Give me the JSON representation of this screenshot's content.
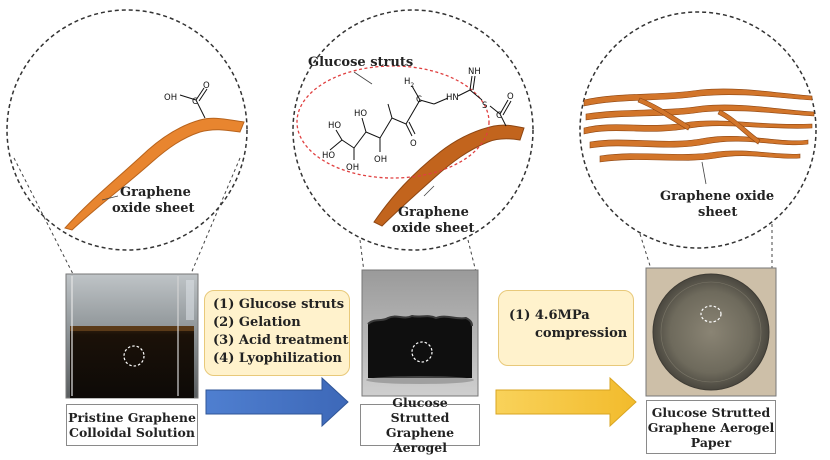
{
  "panels": [
    {
      "id": "pristine",
      "zoom_label": [
        "Graphene",
        "oxide sheet"
      ],
      "functional_group": {
        "oh": "OH",
        "c": "C",
        "o": "O"
      },
      "caption": [
        "Pristine Graphene",
        "Colloidal Solution"
      ]
    },
    {
      "id": "aerogel",
      "struts_label": "Glucose struts",
      "zoom_label": [
        "Graphene",
        "oxide sheet"
      ],
      "chem_labels": {
        "ho1": "HO",
        "ho2": "HO",
        "ho3": "HO",
        "oh1": "OH",
        "oh2": "OH",
        "o": "O",
        "h2": "H",
        "h2sub": "2",
        "c": "C",
        "hn": "HN",
        "nh": "NH",
        "s": "S",
        "c2": "C",
        "o2": "O"
      },
      "caption": [
        "Glucose Strutted",
        "Graphene Aerogel"
      ]
    },
    {
      "id": "paper",
      "zoom_label": [
        "Graphene oxide",
        "sheet"
      ],
      "caption": [
        "Glucose Strutted",
        "Graphene Aerogel",
        "Paper"
      ]
    }
  ],
  "steps_1": [
    "(1)  Glucose struts",
    "(2)  Gelation",
    "(3)  Acid treatment",
    "(4)  Lyophilization"
  ],
  "steps_2": [
    "(1)  4.6MPa",
    "compression"
  ],
  "colors": {
    "sheet_orange": "#e8852f",
    "sheet_dark": "#c2641d",
    "arrow_blue": "#4472c4",
    "arrow_yellow": "#f7c844",
    "step_box_fill": "#fff2cc",
    "struts_ellipse": "#e04040",
    "solution_dark": "#1a1a1a"
  }
}
